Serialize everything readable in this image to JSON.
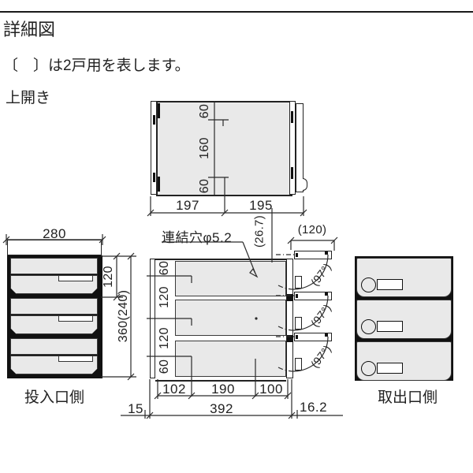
{
  "header": {
    "title": "詳細図",
    "note": "〔　〕は2戸用を表します。",
    "open_type": "上開き"
  },
  "top_view": {
    "dim_depth_top": "60",
    "dim_depth_mid": "160",
    "dim_depth_bottom": "60",
    "dim_width_left": "197",
    "dim_width_right": "195"
  },
  "front_view": {
    "dim_width": "280",
    "dim_unit_height": "120",
    "dim_total_height": "360(240)",
    "label": "投入口側"
  },
  "side_view": {
    "hole_label": "連結穴φ5.2",
    "dim_offset": "(26.7)",
    "dim_door_open": "(120)",
    "dim_v": [
      "60",
      "120",
      "120",
      "60"
    ],
    "dim_bottom": [
      "102",
      "190",
      "100"
    ],
    "dim_margin_left": "15",
    "dim_total_width": "392",
    "dim_margin_right": "16.2",
    "door_angle": "(97°)"
  },
  "back_view": {
    "label": "取出口側"
  },
  "colors": {
    "line": "#2a2a2a",
    "panel_gray": "#e9e9e9",
    "separator_black": "#111111"
  }
}
